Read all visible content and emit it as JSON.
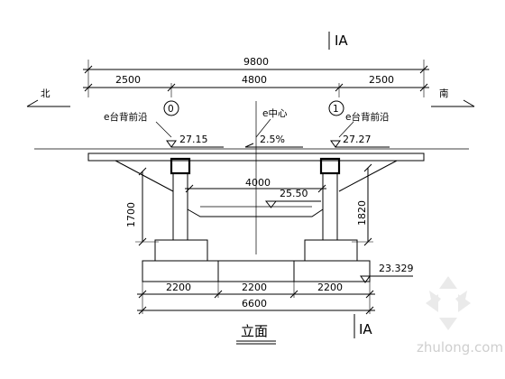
{
  "drawing": {
    "section_mark_top": "IA",
    "section_mark_bottom": "IA",
    "title": "立面",
    "watermark": "zhulong.com"
  },
  "dimensions": {
    "total_top": "9800",
    "left_top": "2500",
    "middle_top": "4800",
    "right_top": "2500",
    "inner_span": "4000",
    "left_height": "1700",
    "right_height": "1820",
    "bottom_left": "2200",
    "bottom_middle": "2200",
    "bottom_right": "2200",
    "bottom_total": "6600"
  },
  "directions": {
    "north": "北",
    "south": "南"
  },
  "axes": {
    "left": "0",
    "right": "1"
  },
  "labels": {
    "left_abutment": "e台背前沿",
    "center": "e中心",
    "right_abutment": "e台背前沿",
    "left_elev": "27.15",
    "slope": "2.5%",
    "right_elev": "27.27",
    "water_level": "25.50",
    "foundation_elev": "23.329"
  }
}
